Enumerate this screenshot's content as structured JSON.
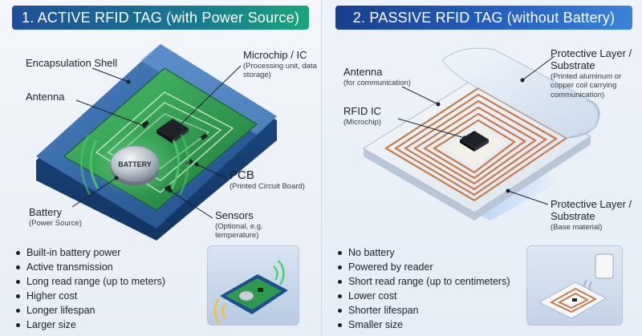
{
  "active": {
    "title": "1. ACTIVE RFID TAG (with Power Source)",
    "labels": {
      "encapsulation": "Encapsulation Shell",
      "antenna": "Antenna",
      "microchip": "Microchip / IC",
      "microchip_sub": "(Processing unit, data storage)",
      "pcb": "PCB",
      "pcb_sub": "(Printed Circuit Board)",
      "battery": "Battery",
      "battery_sub": "(Power Source)",
      "sensors": "Sensors",
      "sensors_sub": "(Optional, e.g. temperature)",
      "battery_coin": "BATTERY"
    },
    "features": [
      "Built-in battery power",
      "Active transmission",
      "Long read range (up to meters)",
      "Higher cost",
      "Longer lifespan",
      "Larger size"
    ]
  },
  "passive": {
    "title": "2. PASSIVE RFID TAG (without Battery)",
    "labels": {
      "antenna": "Antenna",
      "antenna_sub": "(for communication)",
      "rfid_ic": "RFID IC",
      "rfid_ic_sub": "(Microchip)",
      "top_layer": "Protective Layer / Substrate",
      "top_layer_sub": "(Printed aluminum or copper coil carrying communication)",
      "bottom_layer": "Protective Layer / Substrate",
      "bottom_layer_sub": "(Base material)"
    },
    "features": [
      "No battery",
      "Powered by reader",
      "Short read range (up to centimeters)",
      "Lower cost",
      "Shorter lifespan",
      "Smaller size"
    ]
  },
  "colors": {
    "active_banner_start": "#1f4f9a",
    "active_banner_end": "#1aa57d",
    "passive_banner_start": "#183f8c",
    "passive_banner_end": "#3b83d9",
    "pcb_green": "#2e9a4e",
    "shell_blue": "#1c4f8f",
    "copper": "#c97a47",
    "signal_green": "#4bd16a",
    "signal_yellow": "#f0c23a"
  }
}
